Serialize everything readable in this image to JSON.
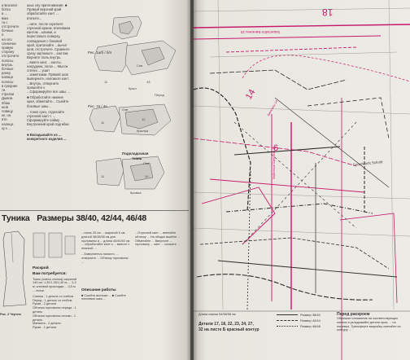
{
  "left_page": {
    "col1_lines": [
      "и Бохолат",
      "ботка",
      "и ...",
      "вкиз",
      "та с",
      "отстрочите",
      "бочные",
      "п.",
      "на хло",
      "спиночки",
      "правую",
      "сторону",
      "отстрочите",
      "полосы",
      "внутрь.",
      "бочные",
      "ранку",
      "налицо",
      "полосы",
      "в средние",
      "ти.",
      "стрелки",
      "Дшвов.",
      "пбаш",
      "шов",
      "ловицу",
      "ке, на",
      "ите.",
      "налицо.",
      "ку к ..."
    ],
    "col2_top": "шью спу притачивания.\n■ Правый верхний край обработайте кант ...\nвтачите...",
    "col2_text": "...ните, после скрепите отрезной краем, втачиваем кантом ...ывами, и переставьте поверху, совпадения с боковой крой, притачайте ...вычит шов, отстрочите. Сравните сразу заутюжьте ...кантом. Верните тюль внутрь. ...вижте кант, ...канты, нагрудник, полю ... Мысок слегка ... ушит ...заметками. Прямой шов выверните, наложьте кант. ...Внутрь, отверните пришейте к ...Сформируйте все швы ...",
    "col2_mid": "■ Обработайте нижние края, обметайте... Сшейте боковые швы...",
    "col2_lower": "...тонко срез, отделайте отрезной кант с ... Сформируйте кайму ... Внутренний край подгибки ...",
    "fig1_label": "Рис. 1а/б / б/п",
    "fig1_pieces": [
      "Спи",
      "Крыл",
      "Перед",
      "11",
      "13"
    ],
    "fig2_label": "Рис. 1в / 4е",
    "fig2_pieces": [
      "Спи",
      "Крылья",
      "11",
      "12"
    ],
    "fig3_label": "Подкладочная",
    "fig3_label2": "ткань",
    "fig3_pieces": [
      "Спи",
      "11",
      "10",
      "Кромка"
    ],
    "note": "■ Вкладывайте из ... конкретного изделия ...",
    "heading_title": "Туника",
    "heading_sizes": "Размеры 38/40, 42/44, 46/48",
    "fig_bottom_left_label": "Рис. 2 Чертеж",
    "needed_title": "Вам потребуется:",
    "needed_text": "Ткань (смесь хлопка) шириной 140 см: 1,30/1,35/1,40 м; ... 0,3 м; клеевой прокладки ... 0,5 м ... нитки",
    "cutting_title": "Раскрой",
    "cutting_list": [
      "Спинка - 1 деталь со сгибом",
      "Перед - 1 деталь со сгибом",
      "Рукав - 2 детали",
      "Обтачка горловины переда - 1 деталь",
      "Обтачка горловины спинки - 1 деталь",
      "Манжета - 2 детали",
      "Рукав - 2 детали"
    ],
    "col_mid_text": "...ткань 25 см ... шириной 6 см, длиной 38/38/38 см для горловины и ... длина 40/40/40 см ... обработайте кант и ... вместе с планкой ...",
    "col_mid_text2": "...Завернитесь начисто, ... отверните ... Обтачку горловины ...",
    "work_title": "Описание работы",
    "work_text": "■ Сшейте вытачки ...\n■ Сшейте плечевые швы ...",
    "col_right_text": "...Отрезной кант ... вметайте обтачку ... На ободке вшейте ... Обметайте ... Вверните ... горловину ... кант ... сложите ..."
  },
  "right_page": {
    "big_numbers": [
      "18",
      "14",
      "6"
    ],
    "rot_label_top": "Зашитайте Бинкэны 18",
    "rot_label_mid": "Бинкэны 14",
    "rot_label_side": "Зайтеные Бинкэны 6",
    "pattern_piece_label": "Federleicht Schnitt",
    "bottom_left_text": "Детали 17, 18, 22, 23, 24, 27,",
    "bottom_left_text2": "32 на листе Б красный контур",
    "bottom_small": "Длина спинки 54/56/58 см",
    "legend_title1": "Размер 38/40",
    "legend_title2": "Размер 42/44",
    "legend_title3": "Размер 46/48",
    "before_title": "Перед раскроем",
    "before_text": "Обрежьте понижение на соответствующих линиях и укладывайте детали кроя; ... на лицевых. Трансферте выкройку сметайте по контуру ...",
    "colors": {
      "magenta": "#c6186a",
      "ink": "#3a3a3a",
      "paper": "#ecebe6"
    }
  }
}
